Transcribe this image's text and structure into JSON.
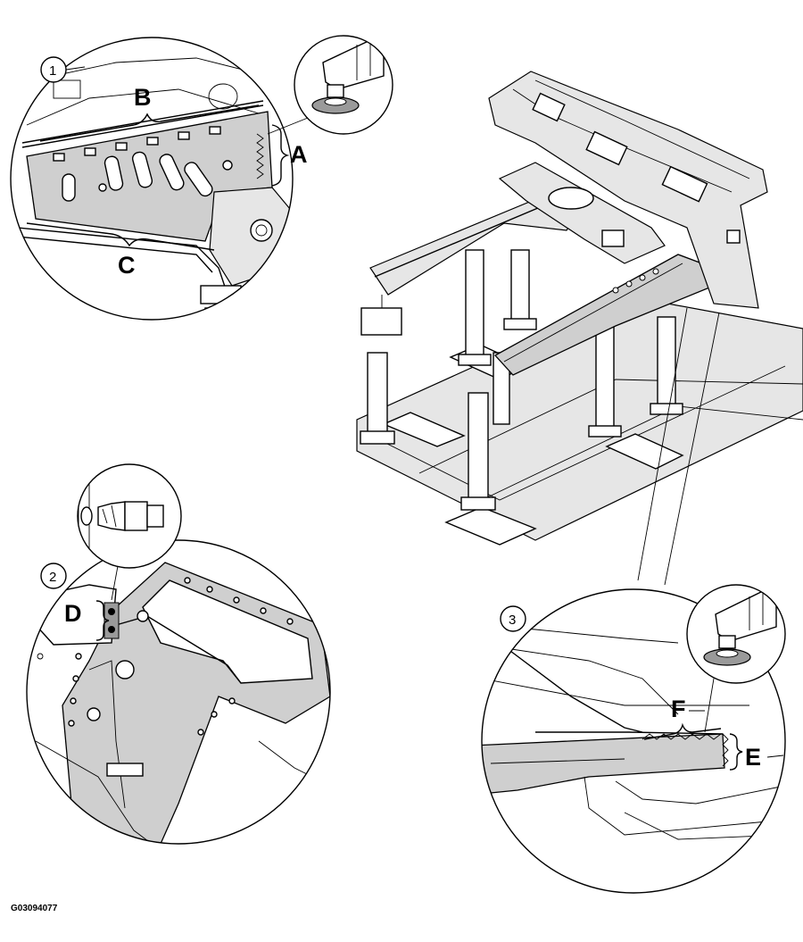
{
  "figure_code": "G03094077",
  "callouts": {
    "detail_1": "1",
    "detail_2": "2",
    "detail_3": "3"
  },
  "labels": {
    "A": "A",
    "B": "B",
    "C": "C",
    "D": "D",
    "E": "E",
    "F": "F"
  },
  "icons": [
    "spot-weld-tool-icon",
    "drill-tool-icon"
  ]
}
